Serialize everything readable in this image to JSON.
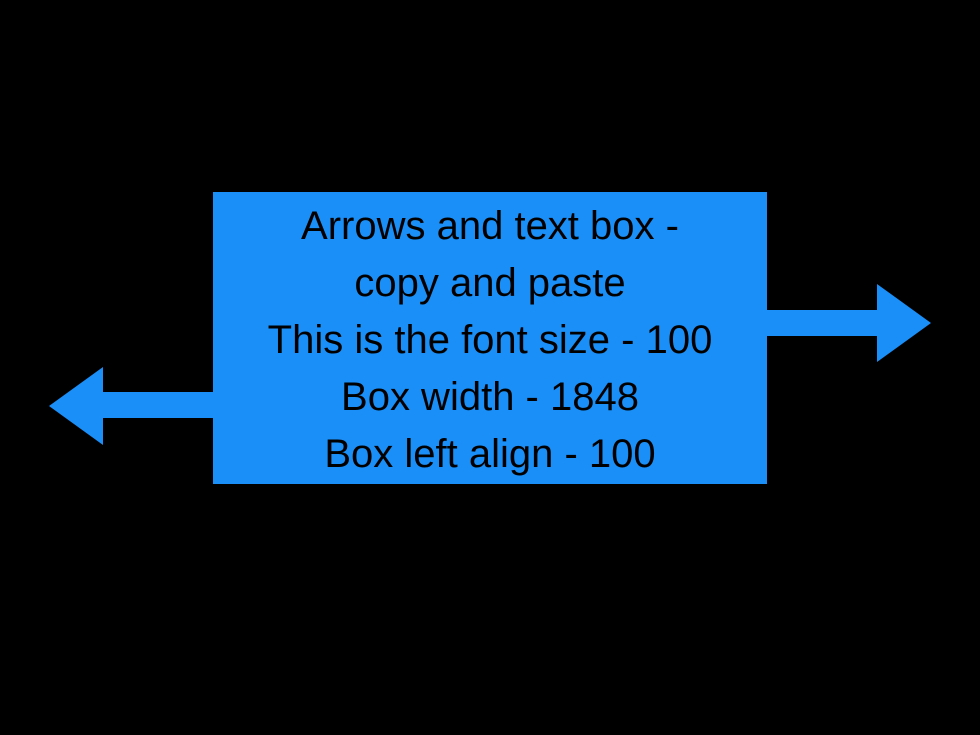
{
  "accent_color": "#1a8ff7",
  "text_box": {
    "lines": [
      "Arrows and text box -",
      "copy and paste",
      "This is the font size - 100",
      "Box width - 1848",
      "Box left align - 100"
    ]
  }
}
